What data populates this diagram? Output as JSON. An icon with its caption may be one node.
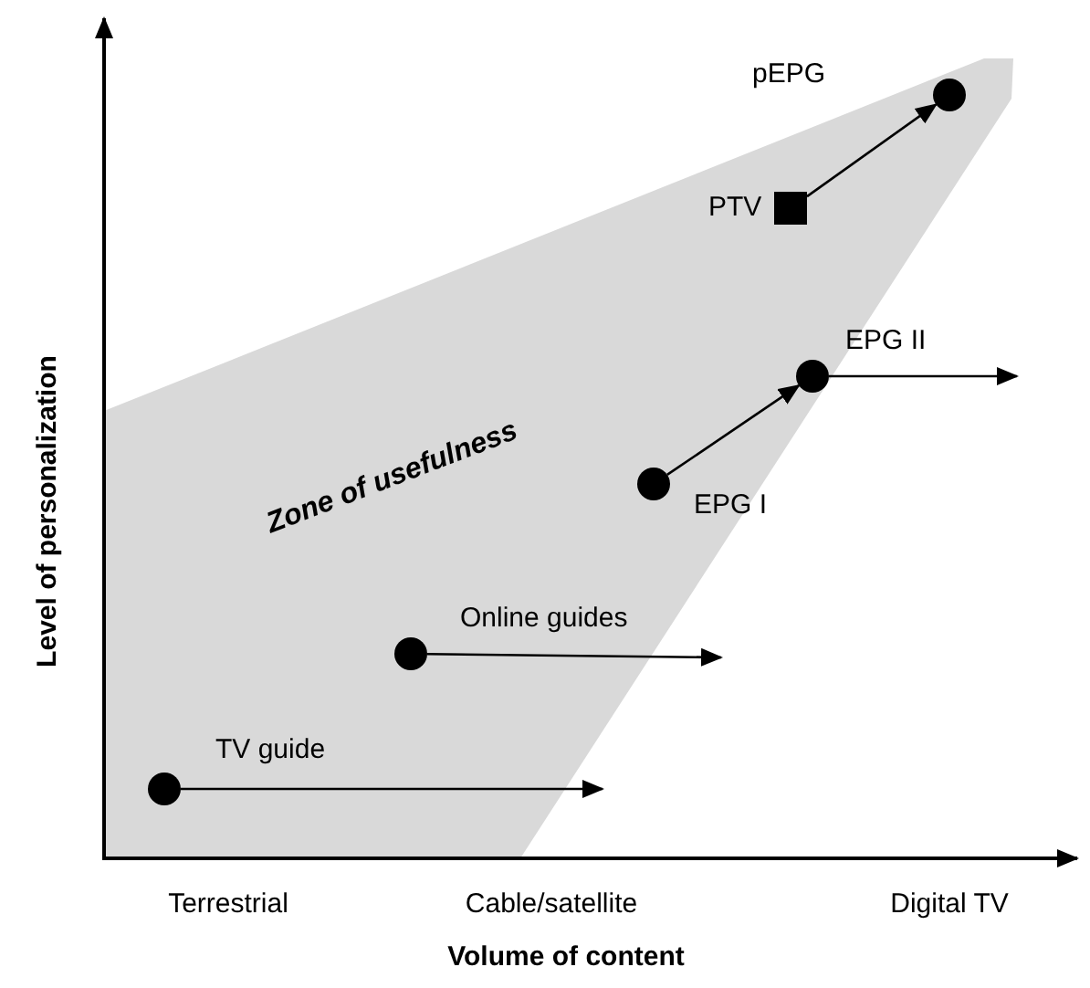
{
  "diagram": {
    "nodes": [
      {
        "text": [
          "Zone of usefulness"
        ]
      },
      {
        "text": [],
        "shape": "circle",
        "beside": [
          "TV guide"
        ],
        "in": 0
      },
      {
        "text": [],
        "shape": "circle",
        "beside": [
          "Online guides"
        ],
        "in": 0
      },
      {
        "text": [],
        "shape": "circle",
        "beside": [
          "EPG I"
        ],
        "in": 0
      },
      {
        "text": [],
        "shape": "circle",
        "beside": [
          "EPG II"
        ],
        "in": 0
      },
      {
        "text": [],
        "shape": "box",
        "beside": [
          "PTV"
        ],
        "in": 0
      },
      {
        "text": [],
        "shape": "circle",
        "beside": [
          "pEPG"
        ],
        "in": 0
      }
    ],
    "edges": [
      {
        "from": 1,
        "to": null,
        "arrow": "to"
      },
      {
        "from": 2,
        "to": null,
        "arrow": "to"
      },
      {
        "from": 3,
        "to": 4,
        "arrow": "to"
      },
      {
        "from": 4,
        "to": null,
        "arrow": "to"
      },
      {
        "from": 5,
        "to": 6,
        "arrow": "to"
      }
    ],
    "labels": [
      "Level of personalization",
      "Terrestrial",
      "Cable/satellite",
      "Digital TV",
      "Volume of content"
    ]
  }
}
